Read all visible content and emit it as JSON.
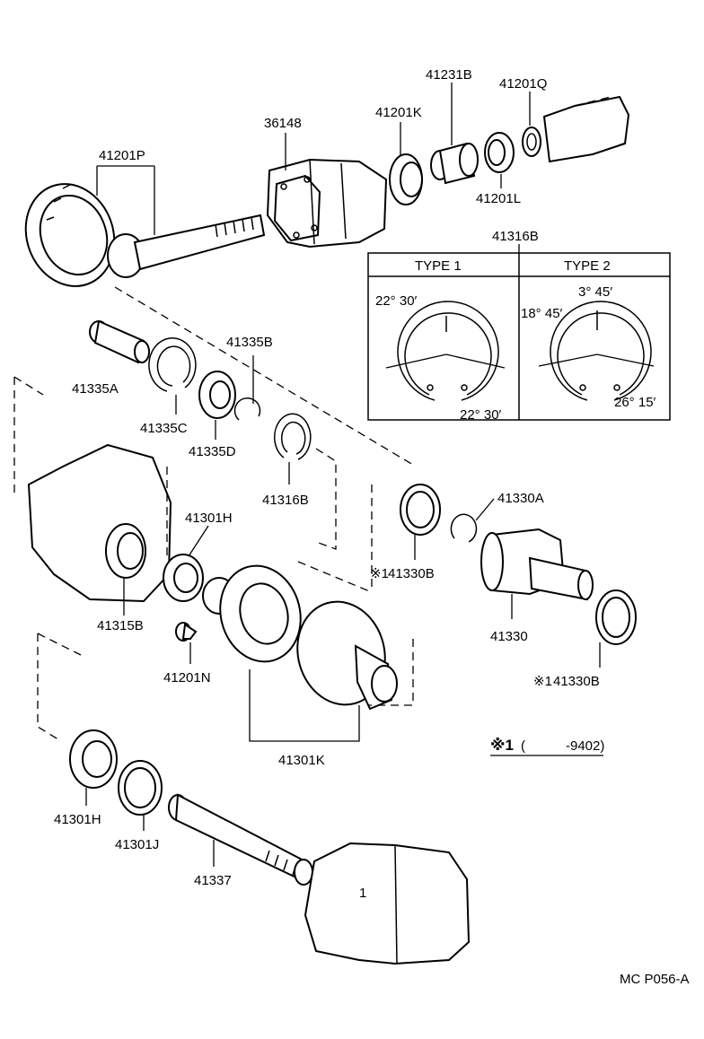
{
  "parts": {
    "p41201P": "41201P",
    "p36148": "36148",
    "p41201K": "41201K",
    "p41231B": "41231B",
    "p41201Q": "41201Q",
    "p41201L": "41201L",
    "p41316B_top": "41316B",
    "p41335B": "41335B",
    "p41335A": "41335A",
    "p41335C": "41335C",
    "p41335D": "41335D",
    "p41316B_mid": "41316B",
    "p41301H_top": "41301H",
    "p41315B": "41315B",
    "p41201N": "41201N",
    "p41330A": "41330A",
    "p41330B_top": "41330B",
    "p41330B_top_mark": "※1",
    "p41330": "41330",
    "p41330B_bot": "41330B",
    "p41330B_bot_mark": "※1",
    "p41301K": "41301K",
    "p41301H_bot": "41301H",
    "p41301J": "41301J",
    "p41337": "41337"
  },
  "type_table": {
    "type1_header": "TYPE 1",
    "type2_header": "TYPE 2",
    "type1_angle_top": "22° 30′",
    "type1_angle_bottom": "22° 30′",
    "type2_angle_center": "3° 45′",
    "type2_angle_left": "18° 45′",
    "type2_angle_right": "26° 15′"
  },
  "footnote": {
    "mark": "※1",
    "paren_open": "(",
    "range": "-9402)"
  },
  "callout_number": "1",
  "ref_code": "MC P056-A"
}
